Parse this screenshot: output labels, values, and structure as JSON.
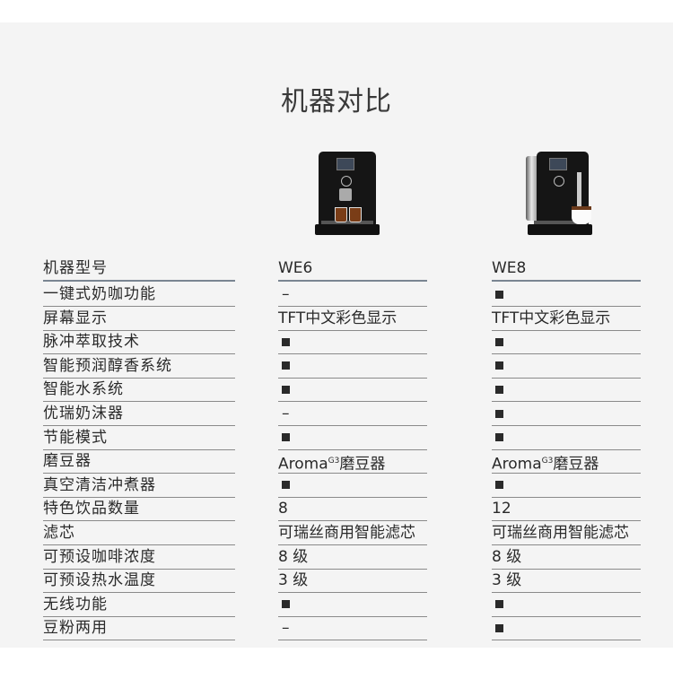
{
  "page": {
    "title": "机器对比"
  },
  "columns": [
    "机器型号",
    "WE6",
    "WE8"
  ],
  "rows": [
    {
      "label": "一键式奶咖功能",
      "we6": "–",
      "we8": "■"
    },
    {
      "label": "屏幕显示",
      "we6": "TFT中文彩色显示",
      "we8": "TFT中文彩色显示"
    },
    {
      "label": "脉冲萃取技术",
      "we6": "■",
      "we8": "■"
    },
    {
      "label": "智能预润醇香系统",
      "we6": "■",
      "we8": "■"
    },
    {
      "label": "智能水系统",
      "we6": "■",
      "we8": "■"
    },
    {
      "label": "优瑞奶沫器",
      "we6": "–",
      "we8": "■"
    },
    {
      "label": "节能模式",
      "we6": "■",
      "we8": "■"
    },
    {
      "label": "磨豆器",
      "we6": "Aroma|G3|磨豆器",
      "we8": "Aroma|G3|磨豆器"
    },
    {
      "label": "真空清洁冲煮器",
      "we6": "■",
      "we8": "■"
    },
    {
      "label": "特色饮品数量",
      "we6": "8",
      "we8": "12"
    },
    {
      "label": "滤芯",
      "we6": "可瑞丝商用智能滤芯",
      "we8": "可瑞丝商用智能滤芯"
    },
    {
      "label": "可预设咖啡浓度",
      "we6": "8 级",
      "we8": "8 级"
    },
    {
      "label": "可预设热水温度",
      "we6": "3 级",
      "we8": "3 级"
    },
    {
      "label": "无线功能",
      "we6": "■",
      "we8": "■"
    },
    {
      "label": "豆粉两用",
      "we6": "–",
      "we8": "■"
    }
  ],
  "images": [
    {
      "name": "we6-machine-image"
    },
    {
      "name": "we8-machine-image"
    }
  ]
}
